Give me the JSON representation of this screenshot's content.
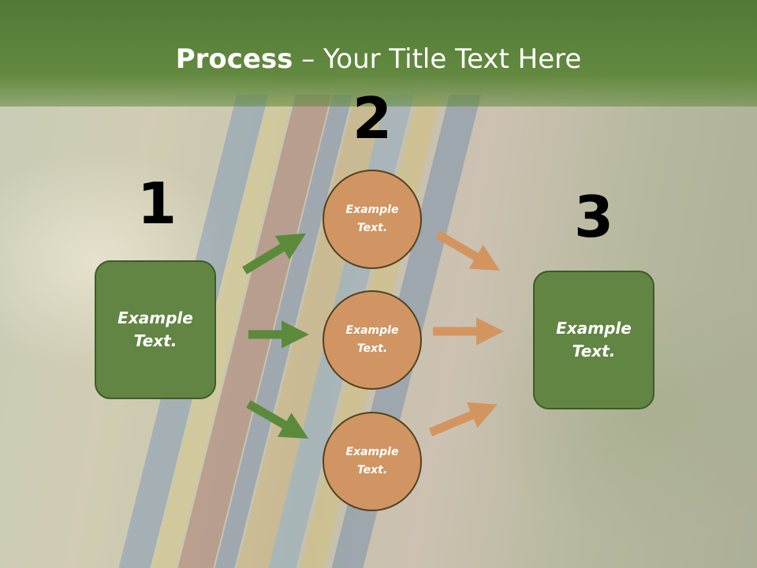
{
  "title": {
    "bold": "Process",
    "rest": " – Your Title Text Here"
  },
  "steps": [
    {
      "number": "1",
      "text": "Example Text."
    },
    {
      "number": "2",
      "text": "Example Text."
    },
    {
      "number": "3",
      "text": "Example Text."
    }
  ],
  "circles": [
    {
      "text": "Example Text."
    },
    {
      "text": "Example Text."
    },
    {
      "text": "Example Text."
    }
  ],
  "colors": {
    "header_green": "#62893f",
    "box_green": "#628543",
    "circle_tan": "#d09562",
    "arrow_green": "#5b8a3b",
    "arrow_tan": "#d39560"
  }
}
